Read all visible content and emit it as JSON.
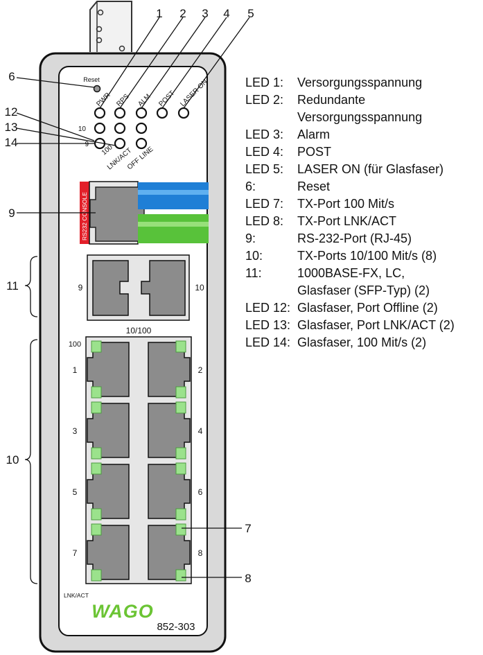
{
  "callouts": {
    "top": [
      "1",
      "2",
      "3",
      "4",
      "5"
    ],
    "left": {
      "c6": "6",
      "c12": "12",
      "c13": "13",
      "c14": "14",
      "c9": "9",
      "c11": "11",
      "c10": "10"
    },
    "right": {
      "c7": "7",
      "c8": "8"
    }
  },
  "device": {
    "reset_label": "Reset",
    "led_labels": [
      "PWR",
      "RPS",
      "ALM",
      "POST",
      "LASER ON"
    ],
    "row_10": "10",
    "row_9": "9",
    "fiber_100": "100",
    "fiber_lnk": "LNK/ACT",
    "fiber_offline": "OFF LINE",
    "console_label": "RS232 CONSOLE",
    "sfp_left": "9",
    "sfp_right": "10",
    "ports_header": "10/100",
    "port_100": "100",
    "port_numbers": [
      "1",
      "2",
      "3",
      "4",
      "5",
      "6",
      "7",
      "8"
    ],
    "bottom_lnk": "LNK/ACT",
    "brand": "WAGO",
    "model": "852-303"
  },
  "colors": {
    "console_red": "#e3202a",
    "blue_cable": "#1f7fd6",
    "green_cable": "#58c23a",
    "led_green": "#9be28c",
    "port_gray": "#8c8c8c",
    "brand_green": "#6bc434"
  },
  "legend": [
    {
      "key": "LED 1:",
      "text": "Versorgungsspannung"
    },
    {
      "key": "LED 2:",
      "text": "Redundante"
    },
    {
      "key": "",
      "text": "Versorgungsspannung"
    },
    {
      "key": "LED 3:",
      "text": "Alarm"
    },
    {
      "key": "LED 4:",
      "text": "POST"
    },
    {
      "key": "LED 5:",
      "text": "LASER ON (für Glasfaser)"
    },
    {
      "key": "6:",
      "text": "Reset"
    },
    {
      "key": "LED 7:",
      "text": "TX-Port 100 Mit/s"
    },
    {
      "key": "LED 8:",
      "text": "TX-Port LNK/ACT"
    },
    {
      "key": "9:",
      "text": "RS-232-Port (RJ-45)"
    },
    {
      "key": "10:",
      "text": "TX-Ports 10/100 Mit/s (8)"
    },
    {
      "key": "11:",
      "text": "1000BASE-FX, LC,"
    },
    {
      "key": "",
      "text": "Glasfaser (SFP-Typ) (2)"
    },
    {
      "key": "LED 12:",
      "text": "Glasfaser, Port Offline (2)"
    },
    {
      "key": "LED 13:",
      "text": "Glasfaser, Port LNK/ACT (2)"
    },
    {
      "key": "LED 14:",
      "text": "Glasfaser, 100 Mit/s (2)"
    }
  ]
}
